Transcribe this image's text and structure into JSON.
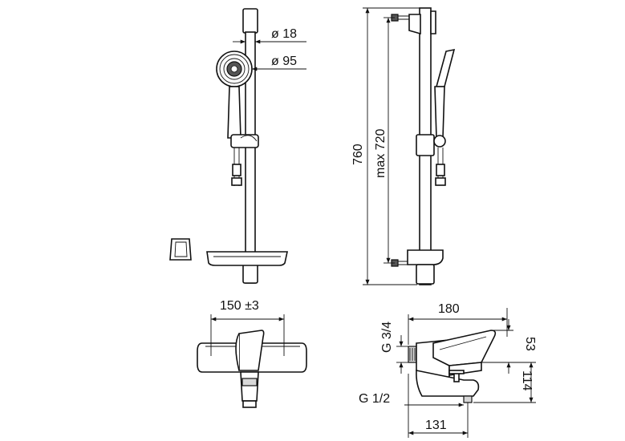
{
  "dimensions": {
    "rail_diameter": "ø 18",
    "head_diameter": "ø 95",
    "total_height": "760",
    "max_mount": "max 720",
    "spout_spread": "150 ±3",
    "inlet_thread": "G 3/4",
    "body_length": "180",
    "upper_height": "53",
    "total_depth": "114",
    "outlet_thread": "G 1/2",
    "spout_reach": "131"
  },
  "colors": {
    "line": "#111111",
    "background": "#ffffff"
  }
}
